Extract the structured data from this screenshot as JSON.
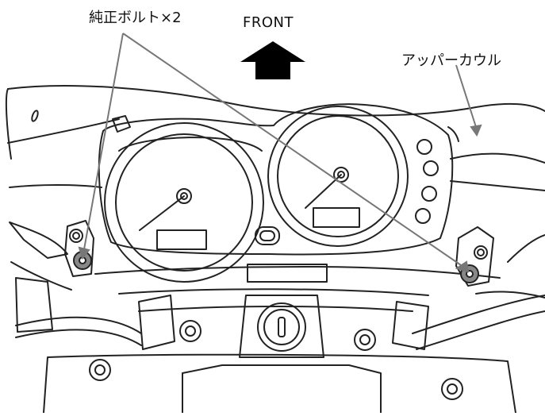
{
  "labels": {
    "bolts": "純正ボルト×2",
    "front": "FRONT",
    "upper_cowl": "アッパーカウル"
  },
  "colors": {
    "line": "#222222",
    "leader": "#777777",
    "bolt_fill": "#888888",
    "arrow": "#000000"
  }
}
